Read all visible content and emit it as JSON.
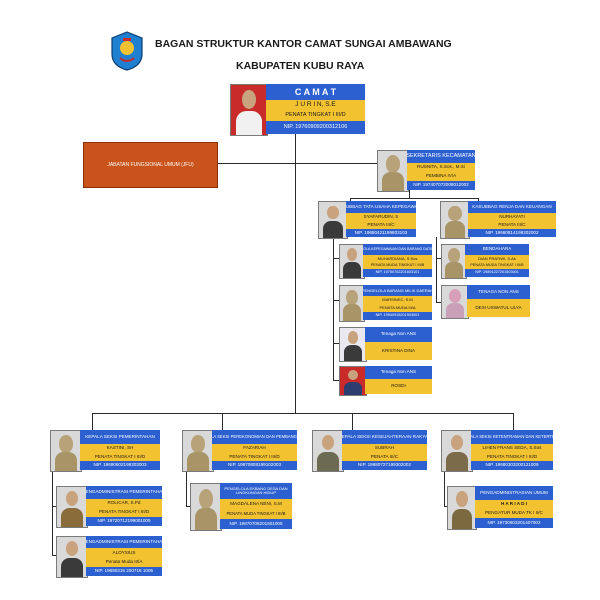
{
  "header": {
    "title_line1": "BAGAN STRUKTUR KANTOR CAMAT SUNGAI AMBAWANG",
    "title_line2": "KABUPATEN KUBU RAYA",
    "logo_icon": "kubu-raya-crest-icon"
  },
  "camat": {
    "title": "C A M A T",
    "name": "J U R I N, S.E",
    "rank": "PENATA TINGKAT I III/D",
    "nip": "NIP. 19760909200312106"
  },
  "jfu": {
    "label": "JABATAN FUNGSIONAL UMUM (JFU)"
  },
  "sekretaris": {
    "title": "SEKRETARIS KECAMATAN",
    "name": "RUSNITA, S.Sos., M.Si",
    "rank": "PEMBINA IV/A",
    "nip": "NIP. 197407072008012002"
  },
  "kasubbag_tu": {
    "title": "KASUBBAG TATA USAHA KEPEGAWAIAN",
    "name": "SYAFARUDIN, S",
    "rank": "PENATA III/C",
    "nip": "NIP. 19680421199803103"
  },
  "kasubbag_keu": {
    "title": "KASUBBAG RENJA DAN KEUANGAN",
    "name": "NURHAYATI",
    "rank": "PENATA III/C",
    "nip": "NIP. 19660814199302002"
  },
  "pengelola_kep": {
    "title": "PENGELOLA KEPEGAWAIAN DAN BARANG DATA SEKNIA",
    "name": "MUHARDIANA, S.Sos",
    "rank": "PENATA MUDA TINGKAT I III/B",
    "nip": "NIP. 19750702201603101"
  },
  "bendahara": {
    "title": "BENDAHARA",
    "name": "DIAN PRATIWI, S.Ak",
    "rank": "PENATA MUDA TINGKAT I III/B",
    "nip": "NIP. 19891227201503001"
  },
  "pengelola_barang": {
    "title": "PENGELOLA BARANG MILIK DAERAH",
    "name": "MARSINEC, S.M",
    "rank": "PENATA MUDA III/A",
    "nip": "NIP. 19940915201903001"
  },
  "nonans_desi": {
    "title": "TENAGA NON ANS",
    "name": "DESI USWATUL ULYA"
  },
  "nonans_kristina": {
    "title": "Tenaga Non ANS",
    "name": "KRISTINA DINA"
  },
  "nonans_rosdi": {
    "title": "Tenaga Non ANS",
    "name": "ROSDI"
  },
  "kasi_pemerintahan": {
    "title": "KEPALA SEKSI PEMERINTAHAN",
    "name": "KASTINI, SH",
    "rank": "PENATA TINGKAT I III/D",
    "nip": "NIP. 19690602199303003"
  },
  "kasi_perekonomian": {
    "title": "KEPALA SEKSI PEREKONOMIAN DAN PEMBANGUNAN",
    "name": "FAZARIAH",
    "rank": "PENATA TINGKAT I III/D",
    "nip": "NIP. 19870808199102003"
  },
  "kasi_kesejahteraan": {
    "title": "KEPALA SEKSI KESEJAHTERAAN RAKYAT",
    "name": "SUBRAH",
    "rank": "PENATA III/C",
    "nip": "NIP. 19680727199302002"
  },
  "kasi_ketentraman": {
    "title": "KEPALA SEKSI KETENTRAMAN DAN KETERTIBAN",
    "name": "LIHEN FRANS SEDA, S.Sos",
    "rank": "PENATA TINGKAT I III/D",
    "nip": "NIP. 19680303200121009"
  },
  "pengadmin_pem1": {
    "title": "PENGADMINISTRASI PEMERINTAHAN",
    "name": "ROLICAR, S.Pd",
    "rank": "PENATA TINGKAT I III/D",
    "nip": "NIP. 19720712199001005"
  },
  "pengelola_ekbang": {
    "title": "PENGELOLA EKBANG DESA DAN LINGKUNGAN HIDUP",
    "name": "MAGDALENA NENI, S.M",
    "rank": "PENATA MUDA TINGKAT I III/B",
    "nip": "NIP. 19870708201601005"
  },
  "pengadmin_umum": {
    "title": "PENGADMINISTRASIAN UMUM",
    "name": "H A R I A D I",
    "rank": "PENGATUR MUDA TK I II/C",
    "nip": "NIP. 19730603201407002"
  },
  "pengadmin_pem2": {
    "title": "PENGADMINISTRASI PEMERINTAHAN",
    "name": "ALOYSIUS",
    "rank": "Penata Muda III/A",
    "nip": "NIP. 19680315 200718 1005"
  },
  "colors": {
    "blue_band": "#2c5fd0",
    "yellow_band": "#f2c230",
    "jfu_orange": "#c9531a",
    "camat_photo_bg": "#c92a2a"
  }
}
